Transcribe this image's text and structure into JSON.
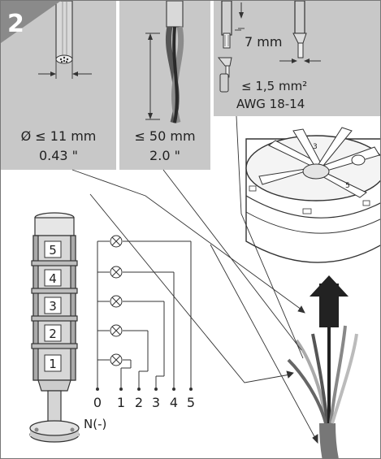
{
  "step_number": "2",
  "colors": {
    "panel_gray": "#c8c8c8",
    "badge_gray": "#8a8a8a",
    "line": "#333333"
  },
  "panel_cable_diameter": {
    "value_mm": "Ø ≤ 11 mm",
    "value_in": "0.43 \""
  },
  "panel_strip_length": {
    "value_mm": "≤ 50 mm",
    "value_in": "2.0 \""
  },
  "panel_wire": {
    "strip_length": "7 mm",
    "cross_section": "≤ 1,5 mm²",
    "gauge": "AWG 18-14"
  },
  "tower": {
    "tier_labels": [
      "5",
      "4",
      "3",
      "2",
      "1"
    ]
  },
  "terminals": {
    "labels": [
      "0",
      "1",
      "2",
      "3",
      "4",
      "5"
    ],
    "neutral_label": "N(-)"
  },
  "icons": [
    "lamp-symbol-icon",
    "insert-arrow-icon"
  ]
}
